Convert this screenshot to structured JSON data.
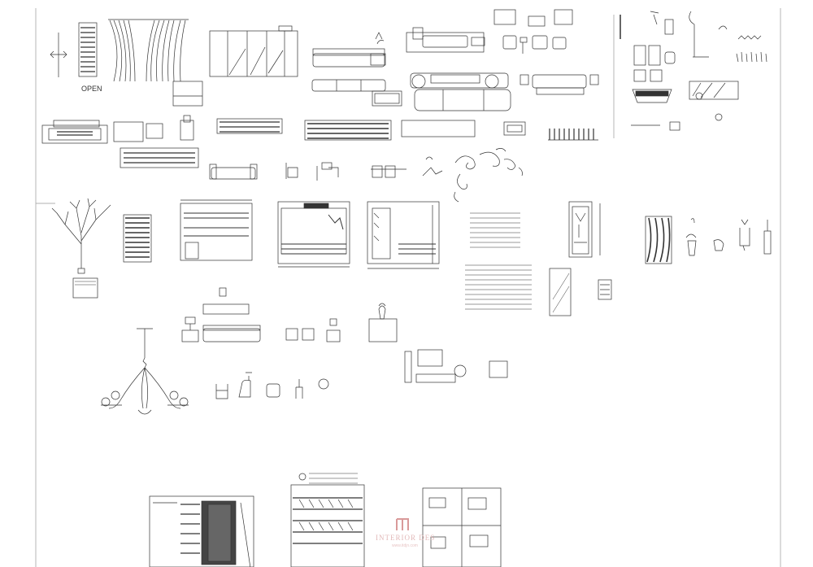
{
  "sheet": {
    "background": "#ffffff",
    "line_color": "#333333",
    "accent_watermark": "#d99a9a"
  },
  "labels": {
    "open": "OPEN",
    "watermark_name": "INTERIOR DES",
    "watermark_sub": "www.itdjn.com"
  },
  "icons": [
    "door-swing-icon",
    "curtain-icon",
    "sliding-door-icon",
    "sofa-icon",
    "armchair-icon",
    "table-lamp-icon",
    "bed-icon",
    "dining-set-icon",
    "tree-icon",
    "chandelier-icon",
    "ornament-icon",
    "plant-icon",
    "bathtub-icon",
    "toilet-icon",
    "wardrobe-icon",
    "elevation-icon",
    "floor-plan-icon"
  ]
}
